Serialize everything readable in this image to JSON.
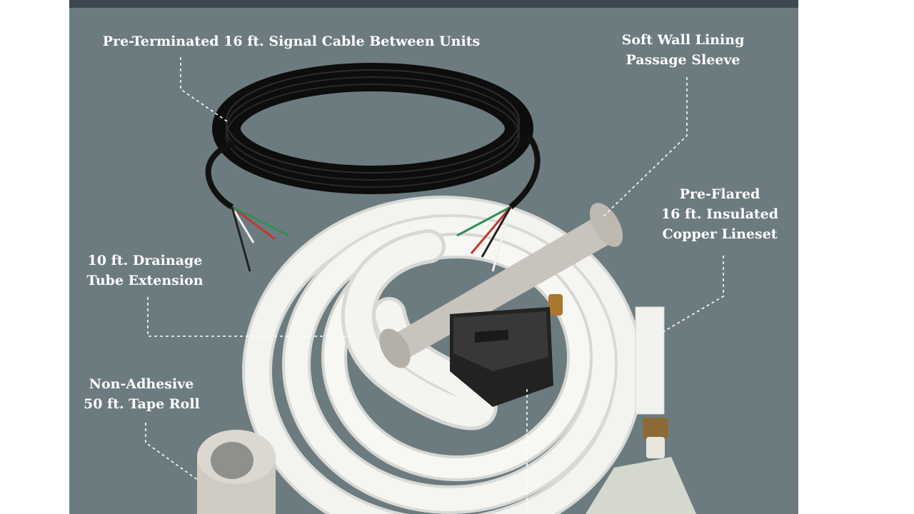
{
  "labels": {
    "signal_cable": {
      "lines": [
        "Pre-Terminated 16 ft. Signal Cable Between Units"
      ]
    },
    "sleeve": {
      "lines": [
        "Soft Wall Lining",
        "Passage Sleeve"
      ]
    },
    "lineset": {
      "lines": [
        "Pre-Flared",
        "16 ft. Insulated",
        "Copper Lineset"
      ]
    },
    "drainage": {
      "lines": [
        "10 ft. Drainage",
        "Tube Extension"
      ]
    },
    "tape": {
      "lines": [
        "Non-Adhesive",
        "50 ft. Tape Roll"
      ]
    }
  },
  "colors": {
    "background": "#6c7b80",
    "topbar": "#3c4850",
    "label_text": "#ffffff",
    "leader_line": "#ffffff",
    "cable": "#141414",
    "insulation": "#f1f1ee",
    "sleeve": "#c9c4bd",
    "foam_block": "#2a2a2a"
  }
}
